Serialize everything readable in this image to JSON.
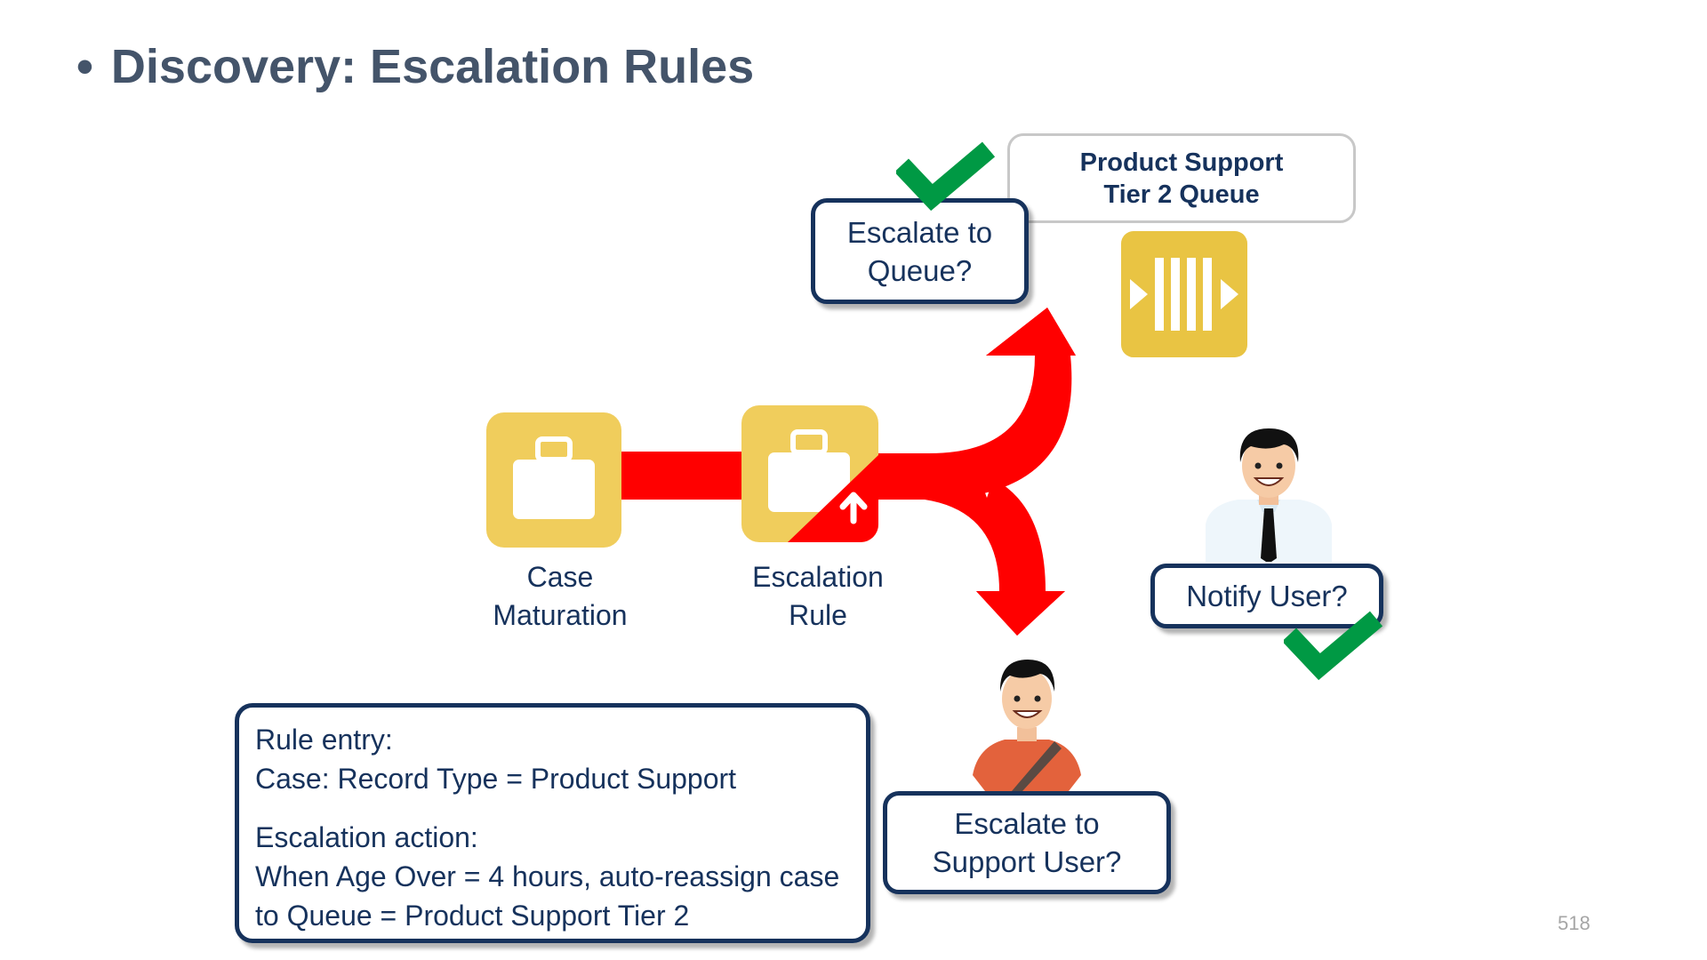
{
  "slide": {
    "bullet": "•",
    "title": "Discovery: Escalation Rules",
    "page_number": "518"
  },
  "nodes": {
    "case_maturation": {
      "label_line1": "Case",
      "label_line2": "Maturation",
      "icon": "briefcase-icon",
      "color": "#f0cd5c"
    },
    "escalation_rule": {
      "label_line1": "Escalation",
      "label_line2": "Rule",
      "icon": "briefcase-escalate-icon",
      "color": "#f0cd5c",
      "accent": "#ff0000"
    },
    "queue": {
      "label_line1": "Product Support",
      "label_line2": "Tier 2 Queue",
      "icon": "queue-icon",
      "color": "#e9c443"
    }
  },
  "decisions": {
    "escalate_queue": {
      "line1": "Escalate to",
      "line2": "Queue?",
      "checked": true
    },
    "notify_user": {
      "line1": "Notify User?",
      "checked": true
    },
    "escalate_user": {
      "line1": "Escalate to",
      "line2": "Support User?",
      "checked": false
    }
  },
  "rule_box": {
    "line1": "Rule entry:",
    "line2": "Case: Record Type = Product Support",
    "line3": "Escalation action:",
    "line4": "When Age Over = 4 hours, auto-reassign case",
    "line5": "to Queue = Product Support Tier 2"
  },
  "colors": {
    "title": "#44546a",
    "navy": "#16325c",
    "arrow": "#ff0000",
    "check": "#009944"
  }
}
